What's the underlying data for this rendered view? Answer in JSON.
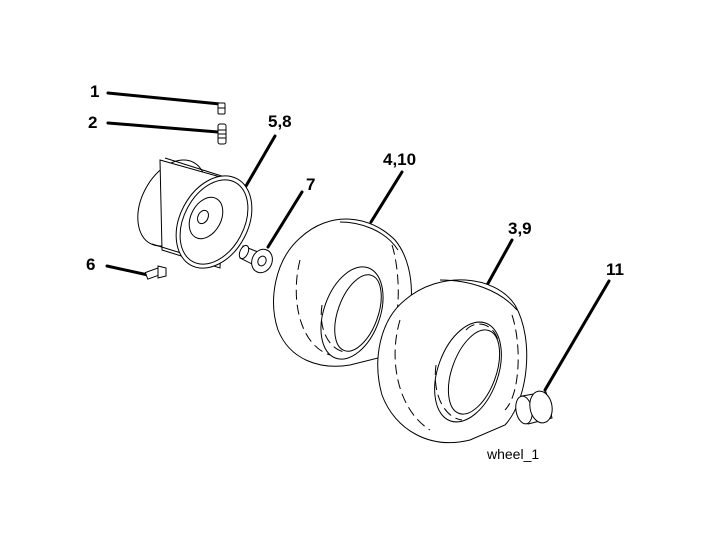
{
  "diagram": {
    "callouts": {
      "c1": "1",
      "c2": "2",
      "c58": "5,8",
      "c410": "4,10",
      "c7": "7",
      "c39": "3,9",
      "c6": "6",
      "c11": "11"
    },
    "caption": "wheel_1"
  }
}
